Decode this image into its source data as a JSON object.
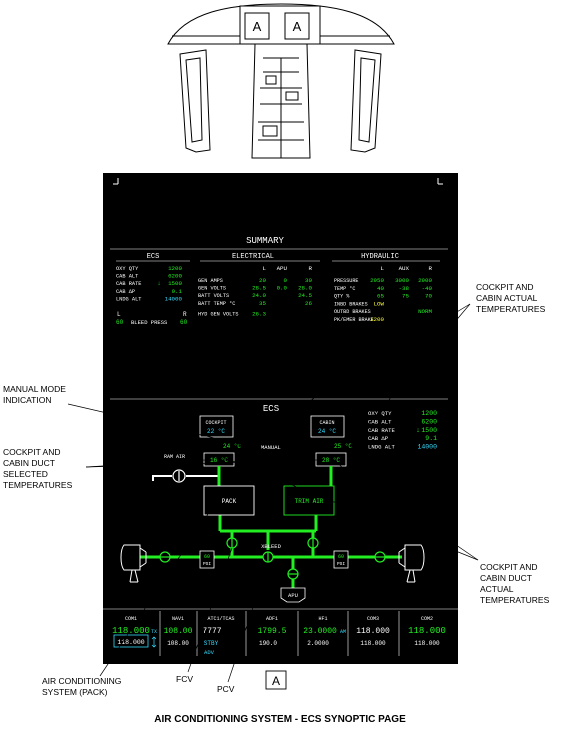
{
  "colors": {
    "screen_bg": "#000000",
    "text_white": "#ffffff",
    "value_green": "#22ee22",
    "value_cyan": "#33ddff",
    "value_yellow": "#ffff33",
    "duct_green": "#22ee22"
  },
  "figure": {
    "caption": "AIR CONDITIONING SYSTEM - ECS SYNOPTIC PAGE",
    "view_marker": "A"
  },
  "cockpit_sketch": {
    "display_markers": [
      "A",
      "A"
    ]
  },
  "summary": {
    "title": "SUMMARY",
    "ecs": {
      "title": "ECS",
      "rows": [
        {
          "label": "OXY QTY",
          "value": "1200",
          "color": "green"
        },
        {
          "label": "CAB ALT",
          "value": "6200",
          "color": "green"
        },
        {
          "label": "CAB RATE",
          "value": "1500",
          "color": "green",
          "arrow": "↓"
        },
        {
          "label": "CAB ΔP",
          "value": "9.1",
          "color": "green"
        },
        {
          "label": "LNDG ALT",
          "value": "14000",
          "color": "cyan"
        }
      ],
      "bleed": {
        "left_header": "L",
        "right_header": "R",
        "label": "BLEED PRESS",
        "left_value": "60",
        "right_value": "60"
      }
    },
    "electrical": {
      "title": "ELECTRICAL",
      "columns": [
        "L",
        "APU",
        "R"
      ],
      "rows": [
        {
          "label": "GEN AMPS",
          "values": [
            "20",
            "0",
            "30"
          ]
        },
        {
          "label": "GEN VOLTS",
          "values": [
            "28.5",
            "0.0",
            "28.0"
          ]
        },
        {
          "label": "BATT VOLTS",
          "values": [
            "24.0",
            "",
            "24.5"
          ]
        },
        {
          "label": "BATT TEMP °C",
          "values": [
            "35",
            "",
            "26"
          ]
        },
        {
          "label": "HYD GEN VOLTS",
          "values": [
            "26.3",
            "",
            ""
          ]
        }
      ]
    },
    "hydraulic": {
      "title": "HYDRAULIC",
      "columns": [
        "L",
        "AUX",
        "R"
      ],
      "rows": [
        {
          "label": "PRESSURE",
          "values": [
            "2950",
            "3000",
            "2900"
          ],
          "color": "green"
        },
        {
          "label": "TEMP °C",
          "values": [
            "40",
            "-38",
            "-40"
          ],
          "color": "green"
        },
        {
          "label": "QTY %",
          "values": [
            "65",
            "75",
            "70"
          ],
          "color": "green"
        },
        {
          "label": "INBD BRAKES",
          "values": [
            "LOW",
            "",
            ""
          ],
          "color": "yellow"
        },
        {
          "label": "OUTBD BRAKES",
          "values": [
            "",
            "",
            "NORM"
          ],
          "color": "green"
        },
        {
          "label": "PK/EMER BRAKE",
          "values": [
            "1200",
            "",
            ""
          ],
          "color": "yellow"
        }
      ]
    }
  },
  "ecs_page": {
    "title": "ECS",
    "cockpit_box": {
      "label": "COCKPIT",
      "value": "22 °C"
    },
    "cabin_box": {
      "label": "CABIN",
      "value": "24 °C"
    },
    "cockpit_actual_duct": "24 °C",
    "cabin_actual_duct": "25 °C",
    "manual_label": "MANUAL",
    "cockpit_duct": "16 °C",
    "cabin_duct": "28 °C",
    "ram_air_label": "RAM AIR",
    "pack_label": "PACK",
    "trim_air_label": "TRIM AIR",
    "xbleed_label": "XBLEED",
    "left_psi": {
      "value": "60",
      "unit": "PSI"
    },
    "right_psi": {
      "value": "60",
      "unit": "PSI"
    },
    "apu_label": "APU",
    "right_rows": [
      {
        "label": "OXY QTY",
        "value": "1200",
        "color": "green"
      },
      {
        "label": "CAB ALT",
        "value": "6200",
        "color": "green"
      },
      {
        "label": "CAB RATE",
        "value": "1500",
        "color": "green",
        "arrow": "↓"
      },
      {
        "label": "CAB ΔP",
        "value": "9.1",
        "color": "green"
      },
      {
        "label": "LNDG ALT",
        "value": "14000",
        "color": "cyan"
      }
    ]
  },
  "radio_bar": {
    "com1": {
      "title": "COM1",
      "active": "118.000",
      "tx": "TX",
      "standby": "118.000"
    },
    "nav1": {
      "title": "NAV1",
      "active": "108.00",
      "standby": "108.00"
    },
    "atc": {
      "title": "ATC1/TCAS",
      "code": "7777",
      "mode": "STBY",
      "sub": "ADV"
    },
    "adf1": {
      "title": "ADF1",
      "active": "1799.5",
      "standby": "190.0"
    },
    "hf1": {
      "title": "HF1",
      "active": "23.0000",
      "mode": "AM",
      "standby": "2.0000"
    },
    "com3": {
      "title": "COM3",
      "active": "118.000",
      "standby": "118.000"
    },
    "com2": {
      "title": "COM2",
      "active": "118.000",
      "standby": "118.000"
    }
  },
  "callouts": {
    "cockpit_cabin_actual_top": [
      "COCKPIT AND",
      "CABIN ACTUAL",
      "TEMPERATURES"
    ],
    "manual_mode": [
      "MANUAL MODE",
      "INDICATION"
    ],
    "duct_selected": [
      "COCKPIT AND",
      "CABIN DUCT",
      "SELECTED",
      "TEMPERATURES"
    ],
    "duct_actual": [
      "COCKPIT AND",
      "CABIN DUCT",
      "ACTUAL",
      "TEMPERATURES"
    ],
    "pack": [
      "AIR CONDITIONING",
      "SYSTEM (PACK)"
    ],
    "fcv": "FCV",
    "pcv": "PCV"
  }
}
